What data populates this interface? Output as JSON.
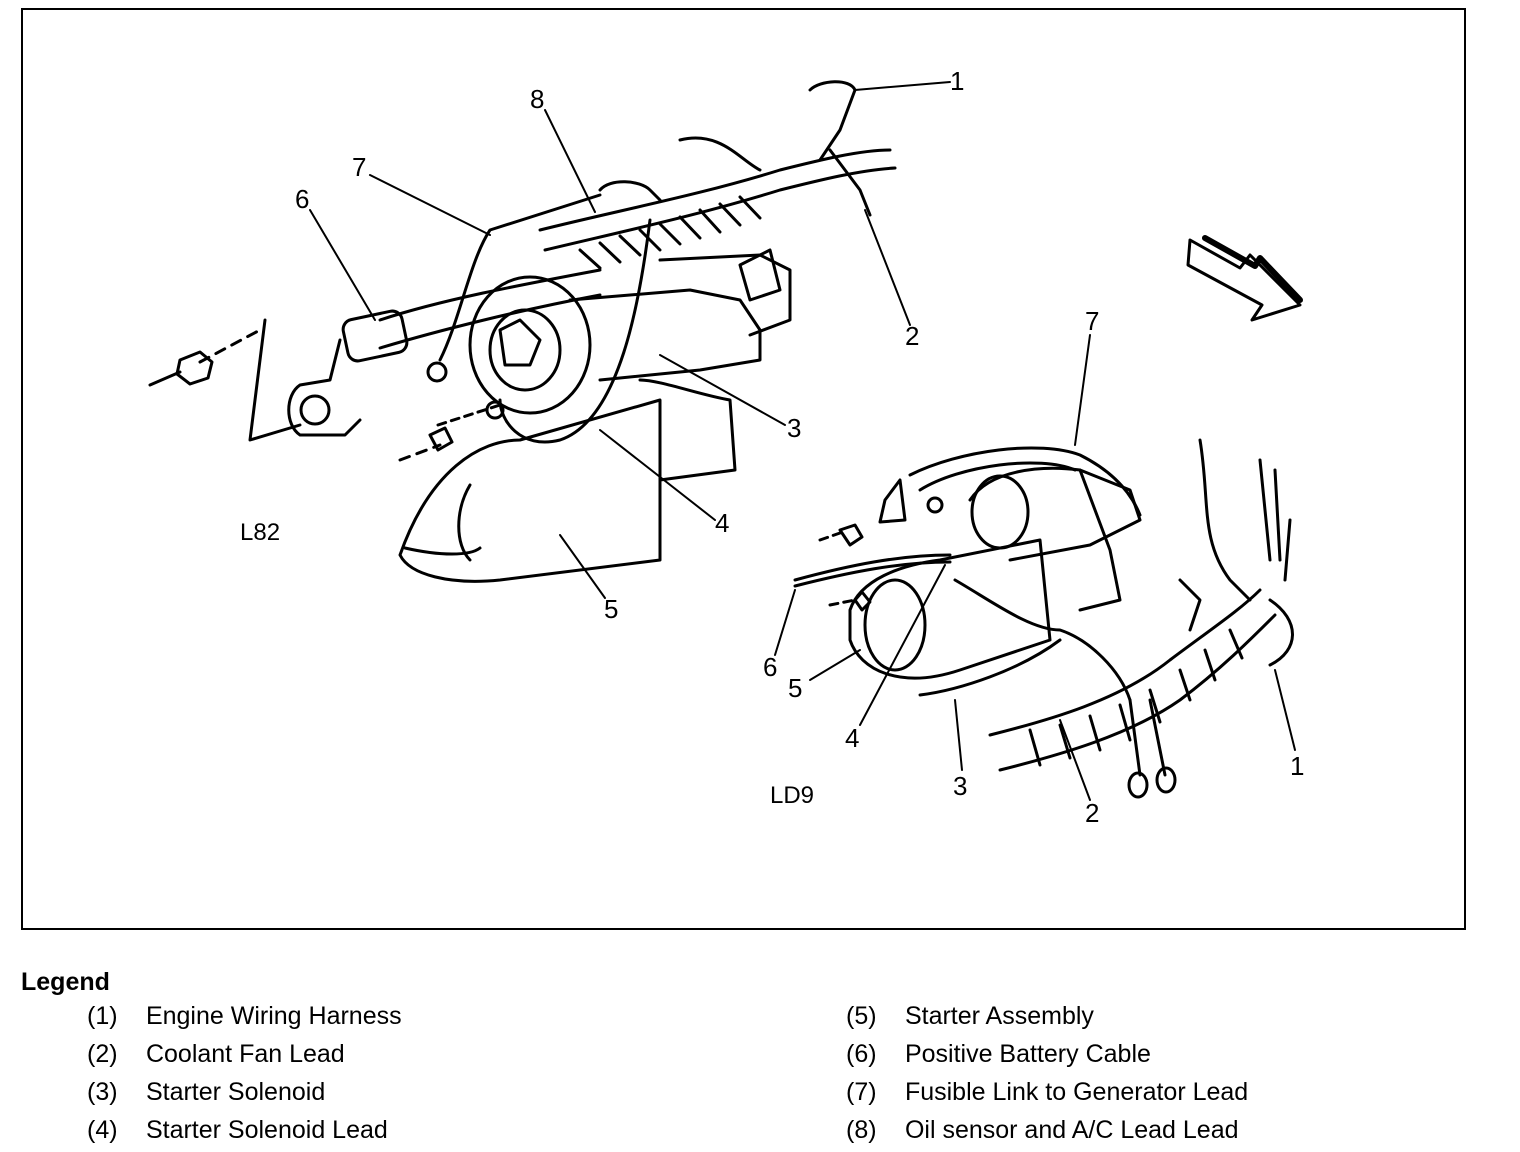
{
  "diagram": {
    "variants": {
      "left": "L82",
      "right": "LD9"
    },
    "callouts_left": [
      "1",
      "2",
      "3",
      "4",
      "5",
      "6",
      "7",
      "8"
    ],
    "callouts_right": [
      "1",
      "2",
      "3",
      "4",
      "5",
      "6",
      "7"
    ]
  },
  "legend": {
    "title": "Legend",
    "items": [
      {
        "num": "(1)",
        "label": "Engine Wiring Harness"
      },
      {
        "num": "(2)",
        "label": "Coolant Fan Lead"
      },
      {
        "num": "(3)",
        "label": "Starter Solenoid"
      },
      {
        "num": "(4)",
        "label": "Starter Solenoid Lead"
      },
      {
        "num": "(5)",
        "label": "Starter Assembly"
      },
      {
        "num": "(6)",
        "label": "Positive Battery Cable"
      },
      {
        "num": "(7)",
        "label": "Fusible Link to Generator Lead"
      },
      {
        "num": "(8)",
        "label": "Oil sensor and A/C Lead Lead"
      }
    ]
  }
}
